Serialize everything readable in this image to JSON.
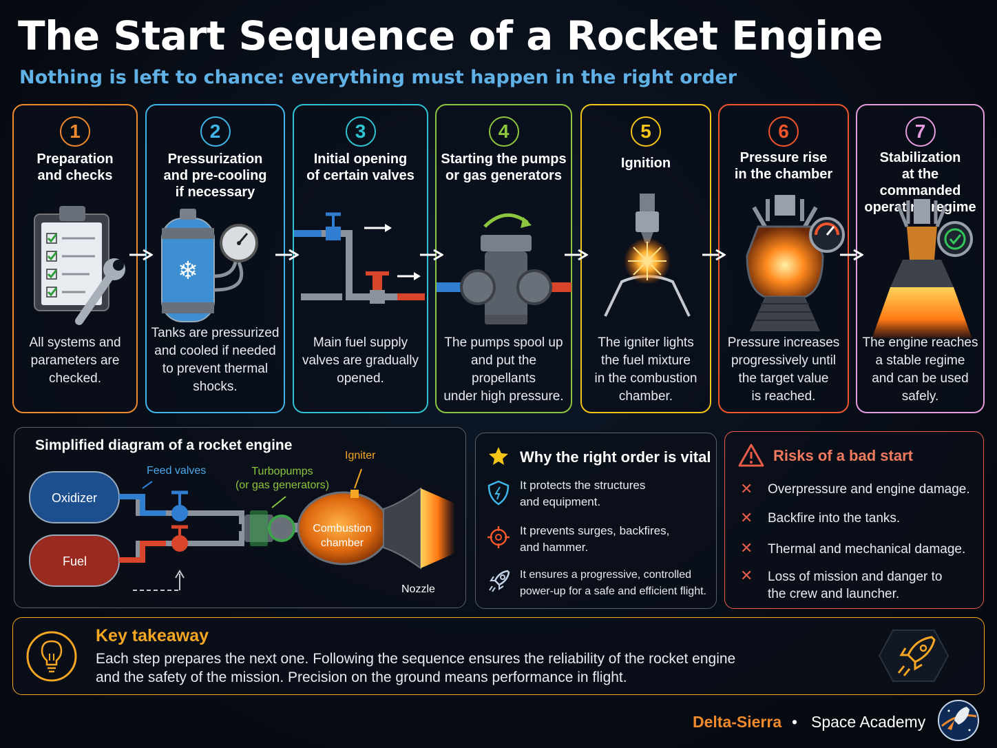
{
  "title": "The Start Sequence of a Rocket Engine",
  "subtitle": "Nothing is left to chance: everything must happen in the right order",
  "steps": [
    {
      "number": "1",
      "title_lines": [
        "Preparation",
        "and checks"
      ],
      "desc_lines": [
        "All systems and",
        "parameters are",
        "checked."
      ],
      "color": "#f08a2c",
      "icon": "clipboard-wrench-icon"
    },
    {
      "number": "2",
      "title_lines": [
        "Pressurization",
        "and pre-cooling",
        "if necessary"
      ],
      "desc_lines": [
        "Tanks are pressurized",
        "and cooled if needed",
        "to prevent thermal",
        "shocks."
      ],
      "color": "#3fb5e8",
      "icon": "tank-gauge-icon"
    },
    {
      "number": "3",
      "title_lines": [
        "Initial opening",
        "of certain valves"
      ],
      "desc_lines": [
        "Main fuel supply",
        "valves are gradually",
        "opened."
      ],
      "color": "#2fc4d4",
      "icon": "valves-icon"
    },
    {
      "number": "4",
      "title_lines": [
        "Starting the pumps",
        "or gas generators"
      ],
      "desc_lines": [
        "The pumps spool up",
        "and put the propellants",
        "under high pressure."
      ],
      "color": "#8cc63f",
      "icon": "pump-icon"
    },
    {
      "number": "5",
      "title_lines": [
        "Ignition"
      ],
      "desc_lines": [
        "The igniter lights",
        "the fuel mixture",
        "in the combustion",
        "chamber."
      ],
      "color": "#f5c518",
      "icon": "igniter-spark-icon"
    },
    {
      "number": "6",
      "title_lines": [
        "Pressure rise",
        "in the chamber"
      ],
      "desc_lines": [
        "Pressure increases",
        "progressively until",
        "the target value",
        "is reached."
      ],
      "color": "#f0562c",
      "icon": "chamber-pressure-icon"
    },
    {
      "number": "7",
      "title_lines": [
        "Stabilization",
        "at the commanded",
        "operating regime"
      ],
      "desc_lines": [
        "The engine reaches",
        "a stable regime",
        "and can be used",
        "safely."
      ],
      "color": "#e79be0",
      "icon": "stable-engine-icon"
    }
  ],
  "diagram": {
    "title": "Simplified diagram of a rocket engine",
    "labels": {
      "oxidizer": "Oxidizer",
      "fuel": "Fuel",
      "feed_valves": "Feed valves",
      "turbopumps_line1": "Turbopumps",
      "turbopumps_line2": "(or gas generators)",
      "igniter": "Igniter",
      "chamber_line1": "Combustion",
      "chamber_line2": "chamber",
      "nozzle": "Nozzle"
    }
  },
  "why": {
    "title": "Why the right order is vital",
    "items": [
      {
        "icon": "shield-icon",
        "lines": [
          "It protects the structures",
          "and equipment."
        ]
      },
      {
        "icon": "crosshair-icon",
        "lines": [
          "It prevents surges, backfires,",
          "and hammer."
        ]
      },
      {
        "icon": "rocket-icon",
        "lines": [
          "It ensures a progressive, controlled",
          "power-up for a safe and efficient flight."
        ]
      }
    ]
  },
  "risks": {
    "title": "Risks of a bad start",
    "items": [
      {
        "lines": [
          "Overpressure and engine damage."
        ]
      },
      {
        "lines": [
          "Backfire into the tanks."
        ]
      },
      {
        "lines": [
          "Thermal and mechanical damage."
        ]
      },
      {
        "lines": [
          "Loss of mission and danger to",
          "the crew and launcher."
        ]
      }
    ]
  },
  "takeaway": {
    "title": "Key takeaway",
    "lines": [
      "Each step prepares the next one. Following the sequence ensures the reliability of the rocket engine",
      "and the safety of the mission. Precision on the ground means performance in flight."
    ]
  },
  "footer": {
    "brand": "Delta-Sierra",
    "separator": "•",
    "sub": "Space Academy"
  },
  "colors": {
    "accent_orange": "#f08a2c",
    "accent_blue": "#5fb1e6",
    "risk_red": "#e85d4a",
    "takeaway_gold": "#f5a623"
  }
}
